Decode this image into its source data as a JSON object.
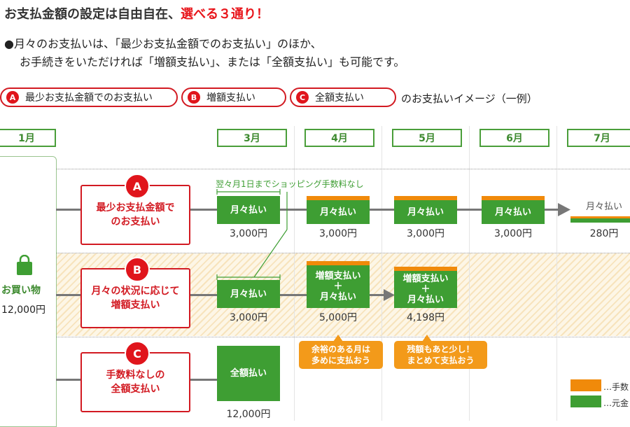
{
  "heading": {
    "main": "お支払金額の設定は自由自在、",
    "highlight": "選べる３通り！"
  },
  "description": {
    "line1": "●月々のお支払いは、「最少お支払金額でのお支払い」のほか、",
    "line2": "お手続きをいただければ「増額支払い」、または「全額支払い」も可能です。"
  },
  "options": [
    {
      "badge": "A",
      "label": "最少お支払金額でのお支払い"
    },
    {
      "badge": "B",
      "label": "増額支払い"
    },
    {
      "badge": "C",
      "label": "全額支払い"
    }
  ],
  "options_suffix": "のお支払いイメージ（一例）",
  "months": [
    "1月",
    "3月",
    "4月",
    "5月",
    "6月",
    "7月"
  ],
  "purchase": {
    "label": "お買い物",
    "amount": "12,000円"
  },
  "note": "翌々月1日までショッピング手数料なし",
  "rows": {
    "a": {
      "badge": "A",
      "title": "最少お支払金額で\nのお支払い",
      "payments": [
        {
          "label": "月々払い",
          "amount": "3,000円"
        },
        {
          "label": "月々払い",
          "amount": "3,000円"
        },
        {
          "label": "月々払い",
          "amount": "3,000円"
        },
        {
          "label": "月々払い",
          "amount": "3,000円"
        },
        {
          "label": "月々払い",
          "amount": "280円"
        }
      ]
    },
    "b": {
      "badge": "B",
      "title": "月々の状況に応じて\n増額支払い",
      "payments": [
        {
          "label": "月々払い",
          "amount": "3,000円"
        },
        {
          "label": "増額支払い\n＋\n月々払い",
          "amount": "5,000円"
        },
        {
          "label": "増額支払い\n＋\n月々払い",
          "amount": "4,198円"
        }
      ],
      "callouts": [
        "余裕のある月は\n多めに支払おう",
        "残額もあと少し！\nまとめて支払おう"
      ]
    },
    "c": {
      "badge": "C",
      "title": "手数料なしの\n全額支払い",
      "payments": [
        {
          "label": "全額払い",
          "amount": "12,000円"
        }
      ]
    }
  },
  "legend": [
    {
      "label": "…手数",
      "color": "#f08a0a"
    },
    {
      "label": "…元金",
      "color": "#3e9e33"
    }
  ],
  "colors": {
    "accent_red": "#e0151c",
    "green": "#3e9e33",
    "orange": "#f08a0a"
  }
}
